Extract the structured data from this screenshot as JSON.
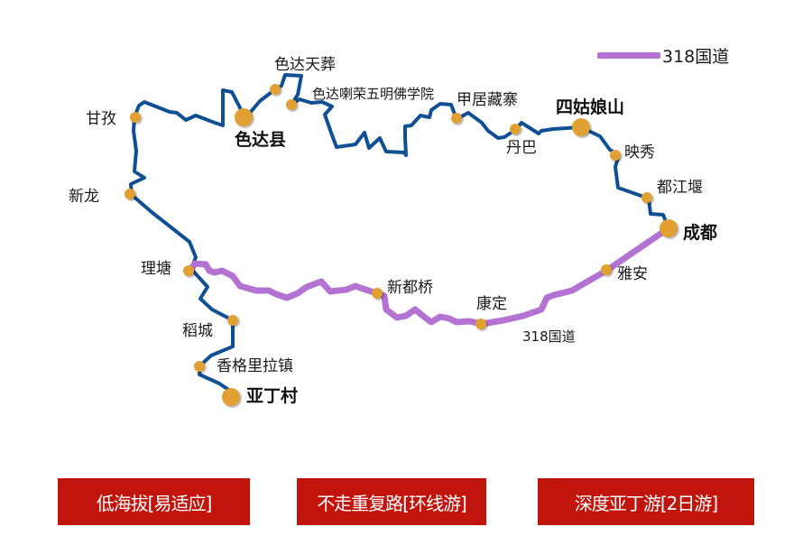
{
  "colors": {
    "route": "#0f4f94",
    "national_road": "#b472d2",
    "stop": "#e0a032",
    "tag_bg": "#c0140c",
    "tag_text": "#ffffff"
  },
  "legend": {
    "label": "318国道"
  },
  "road_label": "318国道",
  "places": [
    {
      "name": "色达天葬",
      "major": false
    },
    {
      "name": "色达喇荣五明佛学院",
      "major": false
    },
    {
      "name": "甲居藏寨",
      "major": false
    },
    {
      "name": "四姑娘山",
      "major": true
    },
    {
      "name": "甘孜",
      "major": false
    },
    {
      "name": "色达县",
      "major": true
    },
    {
      "name": "丹巴",
      "major": false
    },
    {
      "name": "映秀",
      "major": false
    },
    {
      "name": "新龙",
      "major": false
    },
    {
      "name": "都江堰",
      "major": false
    },
    {
      "name": "成都",
      "major": true
    },
    {
      "name": "理塘",
      "major": false
    },
    {
      "name": "雅安",
      "major": false
    },
    {
      "name": "新都桥",
      "major": false
    },
    {
      "name": "康定",
      "major": false
    },
    {
      "name": "稻城",
      "major": false
    },
    {
      "name": "香格里拉镇",
      "major": false
    },
    {
      "name": "亚丁村",
      "major": true
    }
  ],
  "tags": [
    {
      "label": "低海拔[易适应]"
    },
    {
      "label": "不走重复路[环线游]"
    },
    {
      "label": "深度亚丁游[2日游]"
    }
  ]
}
